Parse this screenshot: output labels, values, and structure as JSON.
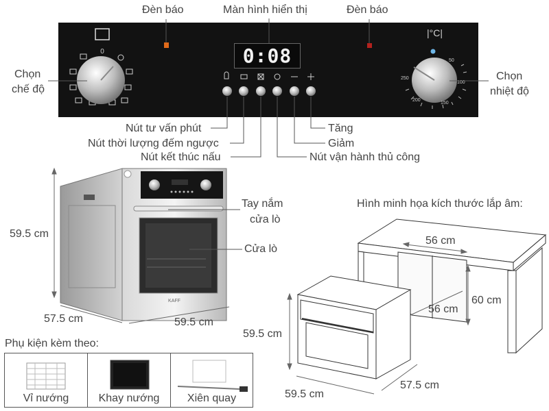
{
  "panel": {
    "display_time": "0:08",
    "temp_unit": "|°C|",
    "dial_scale": [
      "50",
      "100",
      "150",
      "200",
      "250"
    ]
  },
  "callouts": {
    "indicator_left": "Đèn báo",
    "display": "Màn hình hiển thị",
    "indicator_right": "Đèn báo",
    "mode_select_line1": "Chọn",
    "mode_select_line2": "chế độ",
    "temp_select_line1": "Chọn",
    "temp_select_line2": "nhiệt độ",
    "minute_advice": "Nút tư vấn phút",
    "countdown": "Nút thời lượng đếm ngược",
    "end_cooking": "Nút kết thúc nấu",
    "increase": "Tăng",
    "decrease": "Giảm",
    "manual": "Nút vận hành thủ công"
  },
  "oven": {
    "height": "59.5 cm",
    "depth": "57.5 cm",
    "width": "59.5 cm",
    "handle_line1": "Tay nắm",
    "handle_line2": "cửa lò",
    "door": "Cửa lò",
    "brand": "KAFF"
  },
  "install": {
    "title": "Hình minh họa kích thước lắp âm:",
    "cab_width_top": "56 cm",
    "cab_width_inner": "56 cm",
    "cab_height": "60 cm",
    "oven_height": "59.5 cm",
    "oven_width": "59.5 cm",
    "oven_depth": "57.5 cm"
  },
  "accessories": {
    "title": "Phụ kiện kèm theo:",
    "items": [
      "Vỉ nướng",
      "Khay nướng",
      "Xiên quay"
    ]
  }
}
